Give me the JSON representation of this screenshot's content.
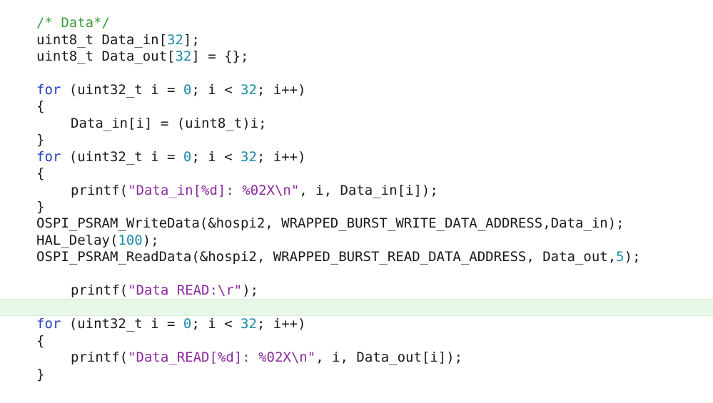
{
  "colors": {
    "keyword": "#1f3fbf",
    "number": "#1b8aa8",
    "string": "#8b2a9e",
    "comment": "#3e9a3e",
    "plain": "#1a1a1a",
    "current_line": "#e8f8e8"
  },
  "code": {
    "lines": [
      {
        "indent": 0,
        "tokens": [
          {
            "t": "cm",
            "v": "/* Data*/"
          }
        ]
      },
      {
        "indent": 0,
        "tokens": [
          {
            "t": "pl",
            "v": "uint8_t Data_in["
          },
          {
            "t": "num",
            "v": "32"
          },
          {
            "t": "pl",
            "v": "];"
          }
        ]
      },
      {
        "indent": 0,
        "tokens": [
          {
            "t": "pl",
            "v": "uint8_t Data_out["
          },
          {
            "t": "num",
            "v": "32"
          },
          {
            "t": "pl",
            "v": "] = {};"
          }
        ]
      },
      {
        "indent": 0,
        "tokens": []
      },
      {
        "indent": 0,
        "tokens": [
          {
            "t": "kw",
            "v": "for"
          },
          {
            "t": "pl",
            "v": " (uint32_t i = "
          },
          {
            "t": "num",
            "v": "0"
          },
          {
            "t": "pl",
            "v": "; i < "
          },
          {
            "t": "num",
            "v": "32"
          },
          {
            "t": "pl",
            "v": "; i++)"
          }
        ]
      },
      {
        "indent": 0,
        "tokens": [
          {
            "t": "pl",
            "v": "{"
          }
        ]
      },
      {
        "indent": 1,
        "tokens": [
          {
            "t": "pl",
            "v": "Data_in[i] = (uint8_t)i;"
          }
        ]
      },
      {
        "indent": 0,
        "tokens": [
          {
            "t": "pl",
            "v": "}"
          }
        ]
      },
      {
        "indent": 0,
        "tokens": [
          {
            "t": "kw",
            "v": "for"
          },
          {
            "t": "pl",
            "v": " (uint32_t i = "
          },
          {
            "t": "num",
            "v": "0"
          },
          {
            "t": "pl",
            "v": "; i < "
          },
          {
            "t": "num",
            "v": "32"
          },
          {
            "t": "pl",
            "v": "; i++)"
          }
        ]
      },
      {
        "indent": 0,
        "tokens": [
          {
            "t": "pl",
            "v": "{"
          }
        ]
      },
      {
        "indent": 1,
        "tokens": [
          {
            "t": "pl",
            "v": "printf("
          },
          {
            "t": "str",
            "v": "\"Data_in[%d]: %02X\\n\""
          },
          {
            "t": "pl",
            "v": ", i, Data_in[i]);"
          }
        ]
      },
      {
        "indent": 0,
        "tokens": [
          {
            "t": "pl",
            "v": "}"
          }
        ]
      },
      {
        "indent": 0,
        "tokens": [
          {
            "t": "pl",
            "v": "OSPI_PSRAM_WriteData(&hospi2, WRAPPED_BURST_WRITE_DATA_ADDRESS,Data_in);"
          }
        ]
      },
      {
        "indent": 0,
        "tokens": [
          {
            "t": "pl",
            "v": "HAL_Delay("
          },
          {
            "t": "num",
            "v": "100"
          },
          {
            "t": "pl",
            "v": ");"
          }
        ]
      },
      {
        "indent": 0,
        "tokens": [
          {
            "t": "pl",
            "v": "OSPI_PSRAM_ReadData(&hospi2, WRAPPED_BURST_READ_DATA_ADDRESS, Data_out,"
          },
          {
            "t": "num",
            "v": "5"
          },
          {
            "t": "pl",
            "v": ");"
          }
        ]
      },
      {
        "indent": 0,
        "tokens": []
      },
      {
        "indent": 1,
        "tokens": [
          {
            "t": "pl",
            "v": "printf("
          },
          {
            "t": "str",
            "v": "\"Data READ:\\r\""
          },
          {
            "t": "pl",
            "v": ");"
          }
        ]
      },
      {
        "indent": 0,
        "tokens": [],
        "current": true
      },
      {
        "indent": 0,
        "tokens": [
          {
            "t": "kw",
            "v": "for"
          },
          {
            "t": "pl",
            "v": " (uint32_t i = "
          },
          {
            "t": "num",
            "v": "0"
          },
          {
            "t": "pl",
            "v": "; i < "
          },
          {
            "t": "num",
            "v": "32"
          },
          {
            "t": "pl",
            "v": "; i++)"
          }
        ]
      },
      {
        "indent": 0,
        "tokens": [
          {
            "t": "pl",
            "v": "{"
          }
        ]
      },
      {
        "indent": 1,
        "tokens": [
          {
            "t": "pl",
            "v": "printf("
          },
          {
            "t": "str",
            "v": "\"Data_READ[%d]: %02X\\n\""
          },
          {
            "t": "pl",
            "v": ", i, Data_out[i]);"
          }
        ]
      },
      {
        "indent": 0,
        "tokens": [
          {
            "t": "pl",
            "v": "}"
          }
        ]
      }
    ]
  }
}
